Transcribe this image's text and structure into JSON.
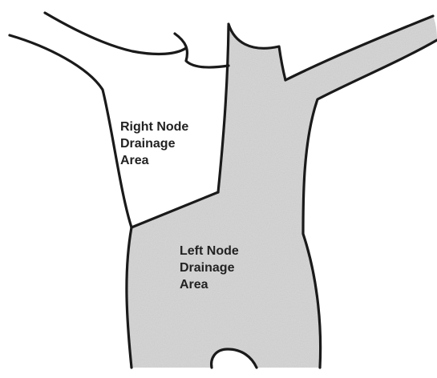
{
  "figure": {
    "background": "#ffffff",
    "outline_color": "#1a1a1a",
    "left_drainage_fill": "#d7d7d7",
    "right_drainage_fill": "#ffffff",
    "labels": {
      "right_node": [
        "Right Node",
        "Drainage",
        "Area"
      ],
      "left_node": [
        "Left Node",
        "Drainage",
        "Area"
      ]
    }
  }
}
